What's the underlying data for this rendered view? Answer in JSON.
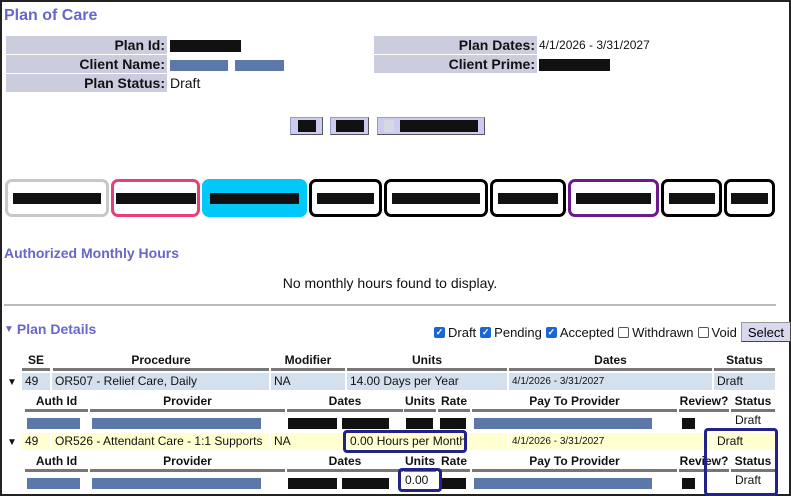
{
  "page": {
    "title": "Plan of Care"
  },
  "plan_info": {
    "plan_id_label": "Plan Id:",
    "client_name_label": "Client Name:",
    "plan_status_label": "Plan Status:",
    "plan_status_value": "Draft",
    "plan_dates_label": "Plan Dates:",
    "plan_dates_value": "4/1/2026 - 3/31/2027",
    "client_prime_label": "Client Prime:"
  },
  "toolbar": {
    "buttons": [
      "redacted",
      "redacted",
      "redacted"
    ]
  },
  "tabs": [
    {
      "border": "#c8c8c8",
      "fill": "#ffffff"
    },
    {
      "border": "#e83e7a",
      "fill": "#ffffff"
    },
    {
      "border": "#00c8f8",
      "fill": "#00c8f8"
    },
    {
      "border": "#000000",
      "fill": "#ffffff"
    },
    {
      "border": "#000000",
      "fill": "#ffffff"
    },
    {
      "border": "#000000",
      "fill": "#ffffff"
    },
    {
      "border": "#6a1a8a",
      "fill": "#ffffff"
    },
    {
      "border": "#000000",
      "fill": "#ffffff"
    },
    {
      "border": "#000000",
      "fill": "#ffffff"
    }
  ],
  "monthly_hours": {
    "title": "Authorized Monthly Hours",
    "empty_message": "No monthly hours found to display."
  },
  "plan_details": {
    "title": "Plan Details",
    "filters": [
      {
        "label": "Draft",
        "checked": true
      },
      {
        "label": "Pending",
        "checked": true
      },
      {
        "label": "Accepted",
        "checked": true
      },
      {
        "label": "Withdrawn",
        "checked": false
      },
      {
        "label": "Void",
        "checked": false
      }
    ],
    "select_label": "Select",
    "columns": {
      "se": "SE",
      "procedure": "Procedure",
      "modifier": "Modifier",
      "units": "Units",
      "dates": "Dates",
      "status": "Status"
    },
    "sub_columns": {
      "auth_id": "Auth Id",
      "provider": "Provider",
      "dates": "Dates",
      "units": "Units",
      "rate": "Rate",
      "pay_to_provider": "Pay To Provider",
      "review": "Review?",
      "status": "Status"
    },
    "rows": [
      {
        "se": "49",
        "procedure": "OR507 - Relief Care, Daily",
        "modifier": "NA",
        "units": "14.00 Days per Year",
        "dates": "4/1/2026 - 3/31/2027",
        "status": "Draft",
        "auth": {
          "units": "",
          "status": "Draft"
        }
      },
      {
        "se": "49",
        "procedure": "OR526 - Attendant Care - 1:1 Supports",
        "modifier": "NA",
        "units": "0.00 Hours per Month",
        "dates": "4/1/2026 - 3/31/2027",
        "status": "Draft",
        "auth": {
          "units": "0.00",
          "status": "Draft"
        }
      }
    ]
  },
  "colors": {
    "title": "#6666cc",
    "label_bg": "#ccccdf",
    "row_blue": "#d3e0ee",
    "row_yellow": "#ffffd0",
    "highlight": "#22228a",
    "redact_blue": "#5b78a8"
  }
}
